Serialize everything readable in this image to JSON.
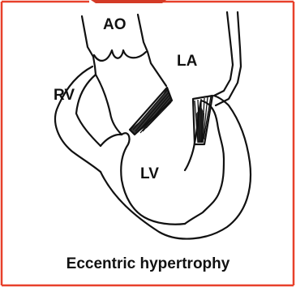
{
  "labels": {
    "ao": "AO",
    "la": "LA",
    "rv": "RV",
    "lv": "LV"
  },
  "caption": "Eccentric hypertrophy",
  "colors": {
    "frame": "#e8402a",
    "ink": "#111111",
    "background": "#ffffff"
  }
}
